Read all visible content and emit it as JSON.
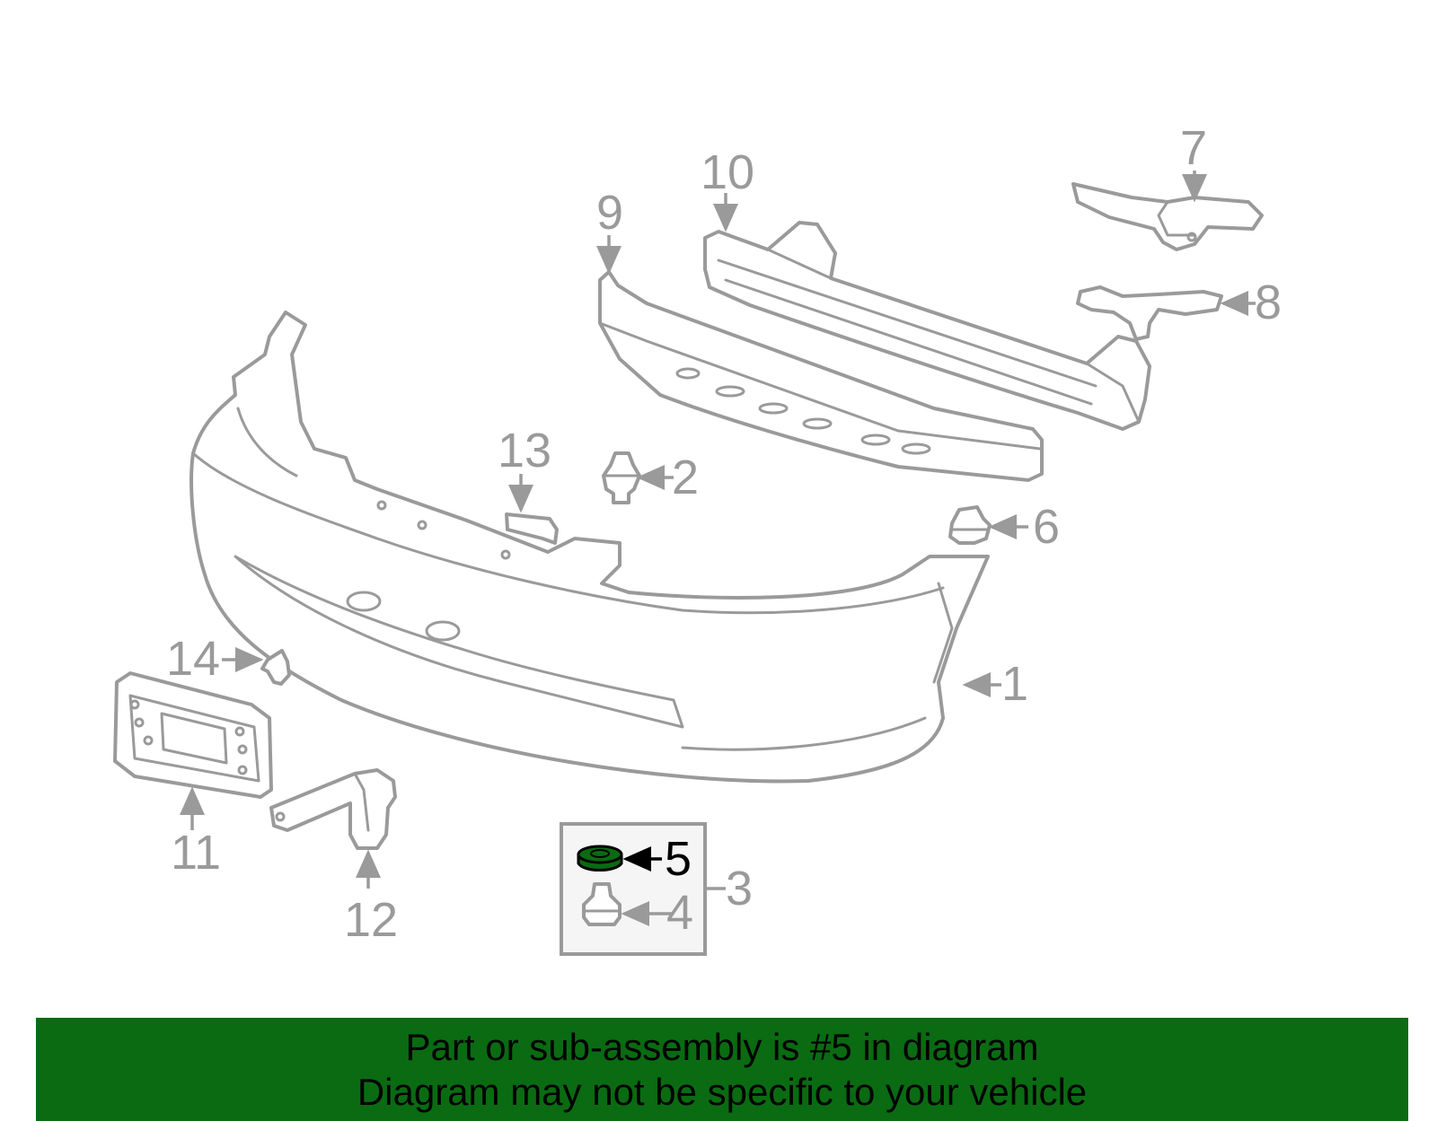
{
  "diagram": {
    "highlight_color": "#0a6b12",
    "line_color": "#9a9a9a",
    "callouts": {
      "c1": "1",
      "c2": "2",
      "c3": "3",
      "c4": "4",
      "c5": "5",
      "c6": "6",
      "c7": "7",
      "c8": "8",
      "c9": "9",
      "c10": "10",
      "c11": "11",
      "c12": "12",
      "c13": "13",
      "c14": "14"
    }
  },
  "banner": {
    "background": "#0a6b12",
    "line1": "Part or sub-assembly is #5 in diagram",
    "line2": "Diagram may not be specific to your vehicle"
  }
}
